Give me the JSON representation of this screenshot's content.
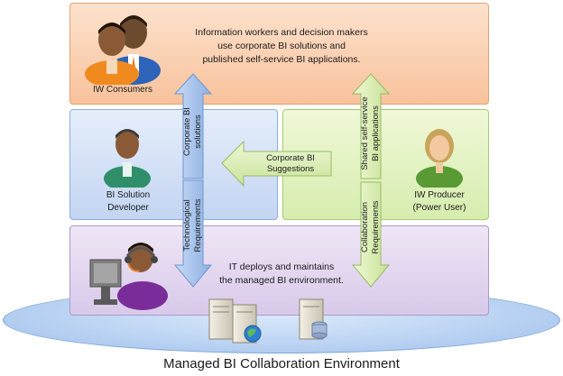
{
  "consumers": {
    "description_lines": [
      "Information workers and decision makers",
      "use corporate BI solutions and",
      "published self-service BI applications."
    ],
    "role_label": "IW Consumers"
  },
  "developer": {
    "role_lines": [
      "BI Solution",
      "Developer"
    ]
  },
  "producer": {
    "role_lines": [
      "IW Producer",
      "(Power User)"
    ]
  },
  "it": {
    "description_lines": [
      "IT  deploys and maintains",
      "the  managed BI environment."
    ]
  },
  "arrows": {
    "corporate_bi_solutions": [
      "Corporate BI",
      "solutions"
    ],
    "technological_requirements": [
      "Technological",
      "Requirements"
    ],
    "corporate_bi_suggestions": [
      "Corporate BI",
      "Suggestions"
    ],
    "shared_self_service": [
      "Shared self-service",
      "BI applications"
    ],
    "collaboration_requirements": [
      "Collaboration",
      "Requirements"
    ]
  },
  "caption": "Managed BI Collaboration Environment",
  "colors": {
    "consumers_panel": "#f8c29c",
    "developer_panel": "#c3d5f2",
    "producer_panel": "#d6edae",
    "it_panel": "#d8c9ea",
    "blue_arrow": "#a9c4ec",
    "green_arrow": "#dbeeb6"
  }
}
